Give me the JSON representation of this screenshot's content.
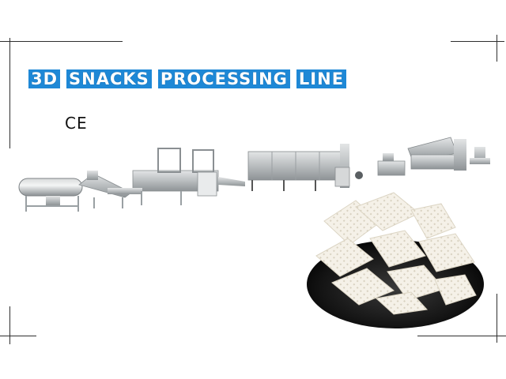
{
  "title": {
    "words": [
      "3D",
      "SNACKS",
      "PROCESSING",
      "LINE"
    ]
  },
  "certification_mark": "CE",
  "colors": {
    "title_bg": "#1e88d6",
    "title_text": "#ffffff",
    "frame": "#2f2f2f",
    "machine_steel": "#c9ccce",
    "bowl": "#1a1a1a",
    "snack": "#f3efe6"
  },
  "images": {
    "machinery": "processing-line-machines",
    "product": "3d-snack-pellets-in-bowl"
  }
}
